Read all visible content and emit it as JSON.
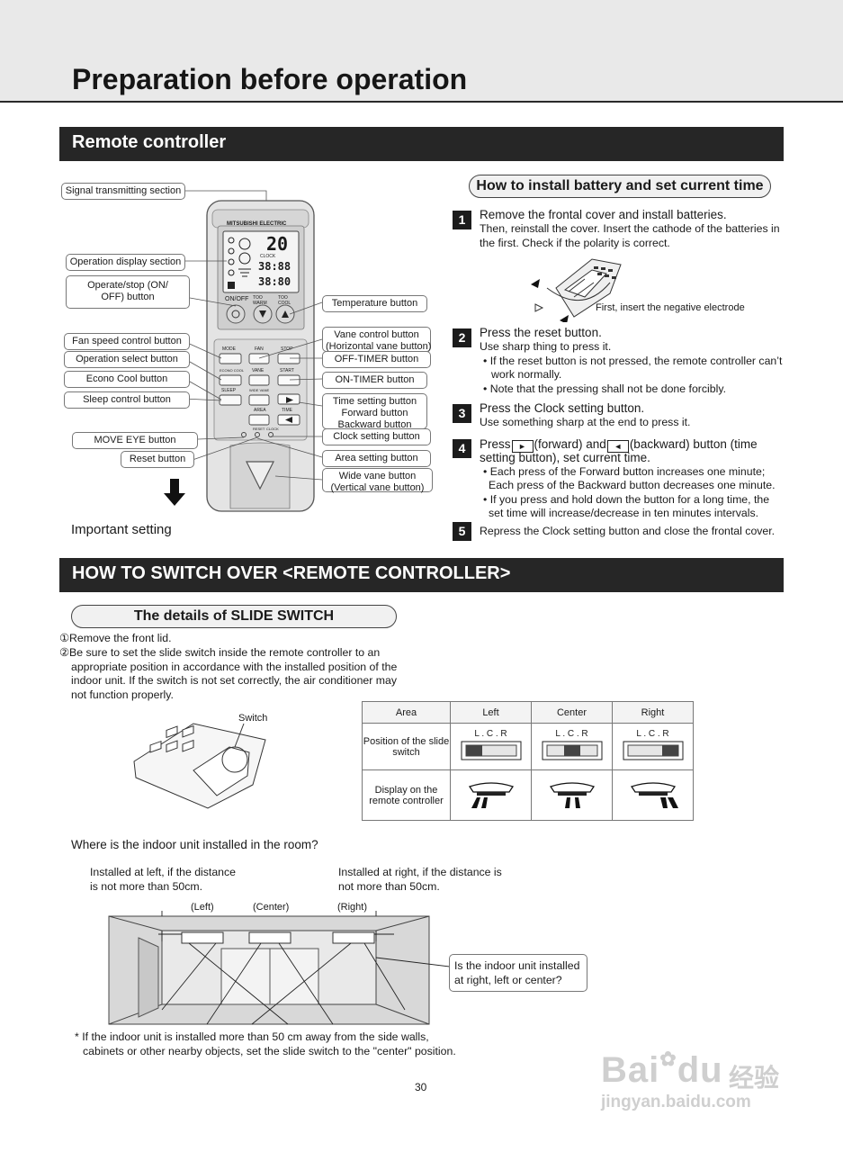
{
  "page_title": "Preparation before operation",
  "section_remote": "Remote controller",
  "remote_labels": {
    "signal": "Signal transmitting section",
    "display": "Operation display section",
    "operate_stop": [
      "Operate/stop (ON/",
      "OFF) button"
    ],
    "fan_speed": "Fan speed control button",
    "op_select": "Operation select button",
    "econo": "Econo Cool button",
    "sleep": "Sleep control button",
    "move_eye": "MOVE EYE button",
    "reset": "Reset button",
    "temperature": "Temperature button",
    "vane": [
      "Vane control button",
      "(Horizontal vane button)"
    ],
    "off_timer": "OFF-TIMER button",
    "on_timer": "ON-TIMER button",
    "time_setting": [
      "Time setting button",
      "Forward button",
      "Backward button"
    ],
    "clock": "Clock setting button",
    "area": "Area setting button",
    "wide_vane": [
      "Wide vane button",
      "(Vertical vane button)"
    ],
    "important": "Important setting"
  },
  "remote_face": {
    "brand": "MITSUBISHI ELECTRIC",
    "display_temp": "20",
    "display_clock_top": "38:88",
    "display_clock_bottom": "38:80",
    "display_clock_label": "CLOCK",
    "onoff": "ON/OFF",
    "too_warm": "TOO WARM",
    "too_cool": "TOO COOL",
    "mode": "MODE",
    "fan": "FAN",
    "stop": "STOP",
    "econo_cool": "ECONO COOL",
    "vane": "VANE",
    "start": "START",
    "sleep": "SLEEP",
    "wide_vane": "WIDE VANE",
    "area": "AREA",
    "time": "TIME",
    "reset": "RESET",
    "clock": "CLOCK"
  },
  "install": {
    "heading": "How to install battery and set current time",
    "steps": [
      {
        "num": "1",
        "title": "Remove the frontal cover and install batteries.",
        "lines": [
          "Then, reinstall the cover. Insert the cathode of the batteries in",
          "the first. Check if the polarity is correct."
        ],
        "caption": "First, insert the negative electrode"
      },
      {
        "num": "2",
        "title": "Press the reset button.",
        "lines": [
          "Use sharp thing to press it.",
          "• If the reset button is not pressed, the  remote controller can’t",
          "work normally.",
          "• Note that the pressing shall not be done forcibly."
        ]
      },
      {
        "num": "3",
        "title": "Press the Clock setting button.",
        "lines": [
          "Use something sharp at the end to press it."
        ]
      },
      {
        "num": "4",
        "title_a": "Press",
        "title_b": "(forward)  and",
        "title_c": "(backward)  button  (time",
        "title_d": "setting button), set current time.",
        "lines": [
          "• Each press of the Forward button increases one minute;",
          "Each press of the Backward button decreases one minute.",
          "• If you press and hold down the button for a long time, the",
          "set time will increase/decrease in ten minutes intervals."
        ]
      },
      {
        "num": "5",
        "title": "Repress the Clock setting button and close the frontal cover."
      }
    ]
  },
  "section_switch": "HOW TO SWITCH OVER <REMOTE CONTROLLER>",
  "slide": {
    "heading": "The details of SLIDE SWITCH",
    "item1": "①Remove the front lid.",
    "item2": [
      "②Be sure to set the slide switch inside the remote controller to an",
      "appropriate position in accordance with the installed position of the",
      "indoor unit. If the switch is not set correctly, the air conditioner may",
      "not function properly."
    ],
    "switch_label": "Switch"
  },
  "table": {
    "headers": [
      "Area",
      "Left",
      "Center",
      "Right"
    ],
    "row1_label": [
      "Position of the slide",
      "switch"
    ],
    "row2_label": [
      "Display on the",
      "remote controller"
    ],
    "switch_letters": "L . C . R"
  },
  "room": {
    "question": "Where is the indoor unit installed in the room?",
    "left_note": [
      "Installed at left, if the distance",
      "is not more than 50cm."
    ],
    "right_note": [
      "Installed at right, if the distance is",
      "not more than 50cm."
    ],
    "pos_left": "(Left)",
    "pos_center": "(Center)",
    "pos_right": "(Right)",
    "callout": [
      "Is the indoor unit installed",
      "at right, left or center?"
    ],
    "footnote": [
      "* If the indoor unit is installed more than 50 cm away from the side walls,",
      "cabinets or other nearby objects, set the slide switch to the \"center\" position."
    ]
  },
  "page_number": "30",
  "watermark": {
    "brand": "Bai",
    "brand2": "du",
    "cn": "经验",
    "url": "jingyan.baidu.com"
  }
}
